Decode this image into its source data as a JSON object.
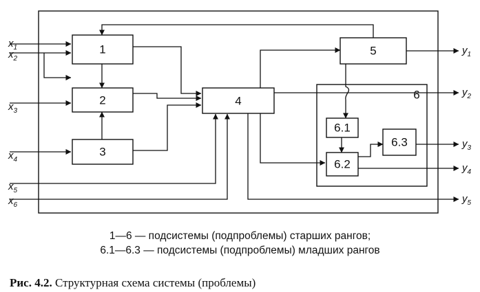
{
  "blocks": {
    "b1": "1",
    "b2": "2",
    "b3": "3",
    "b4": "4",
    "b5": "5",
    "b6": "6",
    "b61": "6.1",
    "b62": "6.2",
    "b63": "6.3"
  },
  "inputs": [
    {
      "letter": "x",
      "sub": "1"
    },
    {
      "letter": "x",
      "sub": "2"
    },
    {
      "letter": "x",
      "sub": "3"
    },
    {
      "letter": "x",
      "sub": "4"
    },
    {
      "letter": "x",
      "sub": "5"
    },
    {
      "letter": "x",
      "sub": "6"
    }
  ],
  "outputs": [
    {
      "letter": "y",
      "sub": "1"
    },
    {
      "letter": "y",
      "sub": "2"
    },
    {
      "letter": "y",
      "sub": "3"
    },
    {
      "letter": "y",
      "sub": "4"
    },
    {
      "letter": "y",
      "sub": "5"
    }
  ],
  "legend": {
    "line1": "1—6 — подсистемы (подпроблемы) старших рангов;",
    "line2": "6.1—6.3 — подсистемы (подпроблемы) младших рангов"
  },
  "caption": {
    "label": "Рис. 4.2.",
    "text": "Структурная схема системы (проблемы)"
  }
}
